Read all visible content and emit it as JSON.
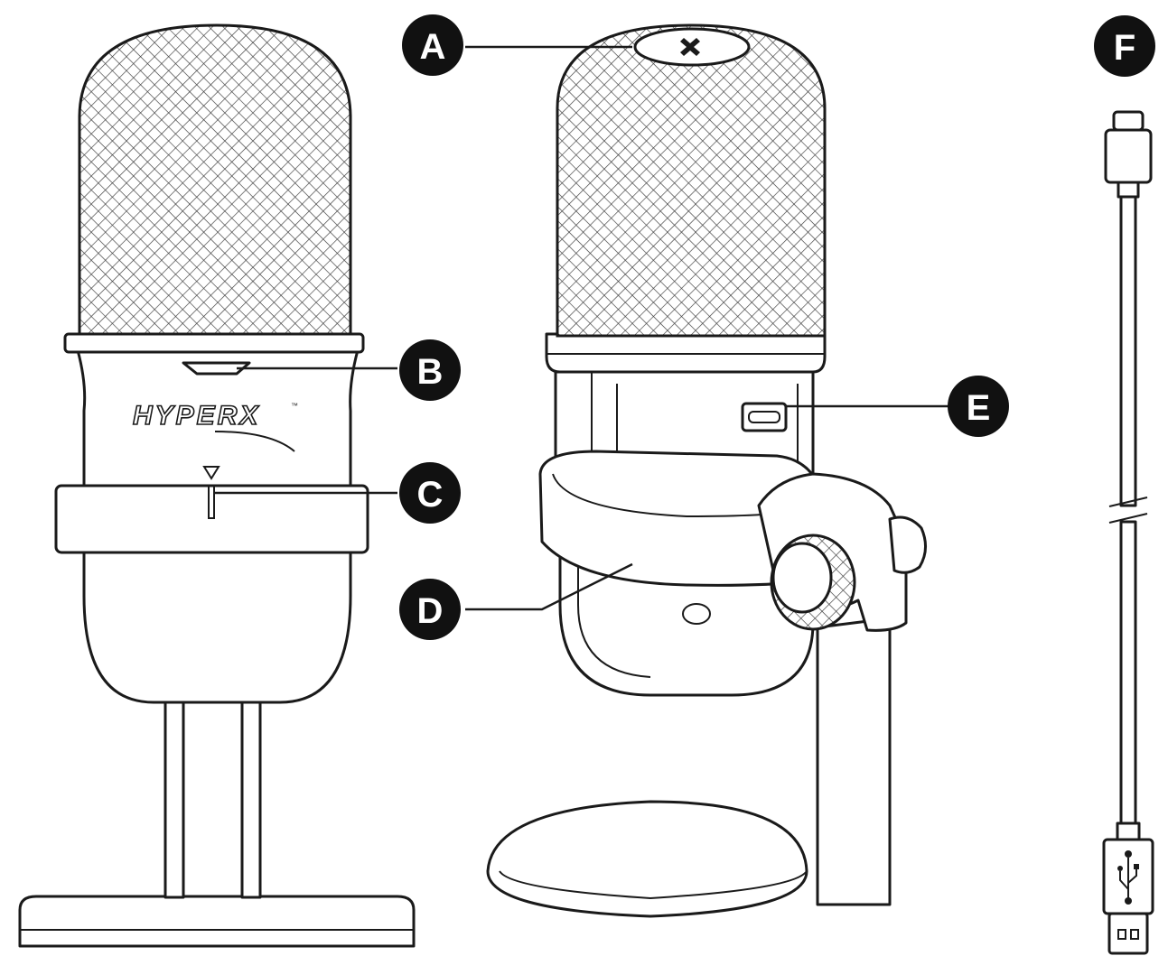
{
  "brand": {
    "logo_text": "HYPERX",
    "trademark": "™"
  },
  "callouts": [
    {
      "id": "A",
      "label": "A"
    },
    {
      "id": "B",
      "label": "B"
    },
    {
      "id": "C",
      "label": "C"
    },
    {
      "id": "D",
      "label": "D"
    },
    {
      "id": "E",
      "label": "E"
    },
    {
      "id": "F",
      "label": "F"
    }
  ],
  "colors": {
    "line": "#1a1a1a",
    "callout_fill": "#111111",
    "callout_text": "#ffffff",
    "background": "#ffffff"
  }
}
